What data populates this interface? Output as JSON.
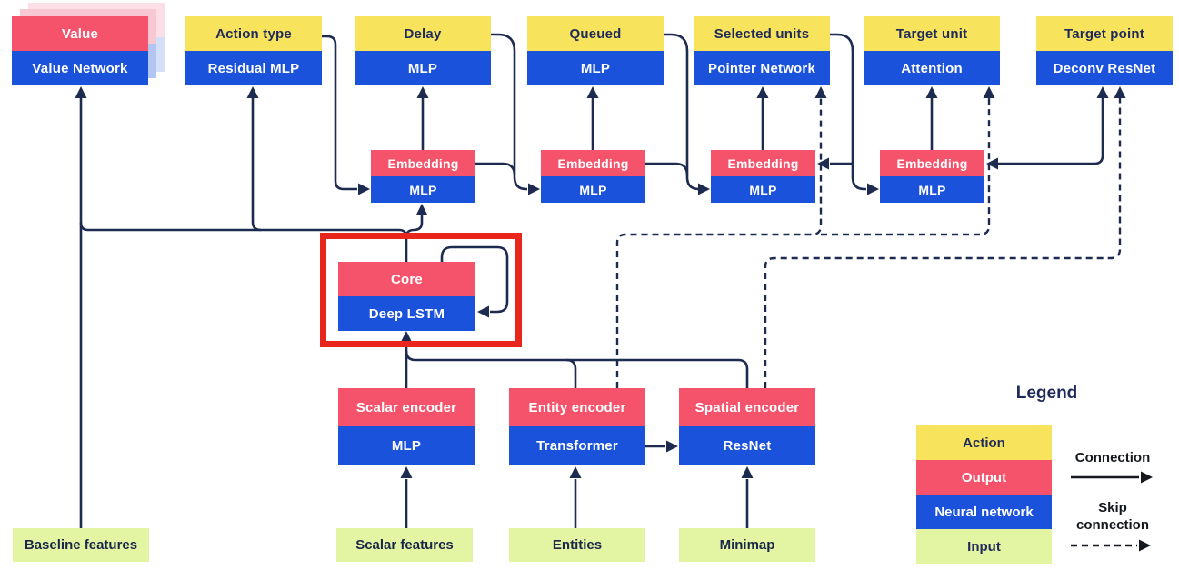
{
  "colors": {
    "action_yellow": "#F7E45C",
    "output_pink": "#F4536B",
    "network_blue": "#1A52DB",
    "input_green": "#E3F4A3",
    "line_navy": "#1D2B50",
    "highlight_red": "#E9261C"
  },
  "heads": [
    {
      "label": "Value",
      "network": "Value Network"
    },
    {
      "label": "Action type",
      "network": "Residual MLP"
    },
    {
      "label": "Delay",
      "network": "MLP"
    },
    {
      "label": "Queued",
      "network": "MLP"
    },
    {
      "label": "Selected units",
      "network": "Pointer Network"
    },
    {
      "label": "Target unit",
      "network": "Attention"
    },
    {
      "label": "Target point",
      "network": "Deconv ResNet"
    }
  ],
  "embeddings": [
    {
      "label": "Embedding",
      "network": "MLP"
    },
    {
      "label": "Embedding",
      "network": "MLP"
    },
    {
      "label": "Embedding",
      "network": "MLP"
    },
    {
      "label": "Embedding",
      "network": "MLP"
    }
  ],
  "core": {
    "label": "Core",
    "network": "Deep LSTM"
  },
  "encoders": [
    {
      "label": "Scalar encoder",
      "network": "MLP"
    },
    {
      "label": "Entity encoder",
      "network": "Transformer"
    },
    {
      "label": "Spatial encoder",
      "network": "ResNet"
    }
  ],
  "inputs": [
    {
      "label": "Baseline features"
    },
    {
      "label": "Scalar features"
    },
    {
      "label": "Entities"
    },
    {
      "label": "Minimap"
    }
  ],
  "legend": {
    "title": "Legend",
    "items": [
      {
        "label": "Action"
      },
      {
        "label": "Output"
      },
      {
        "label": "Neural network"
      },
      {
        "label": "Input"
      }
    ],
    "connection": "Connection",
    "skip_line1": "Skip",
    "skip_line2": "connection"
  }
}
